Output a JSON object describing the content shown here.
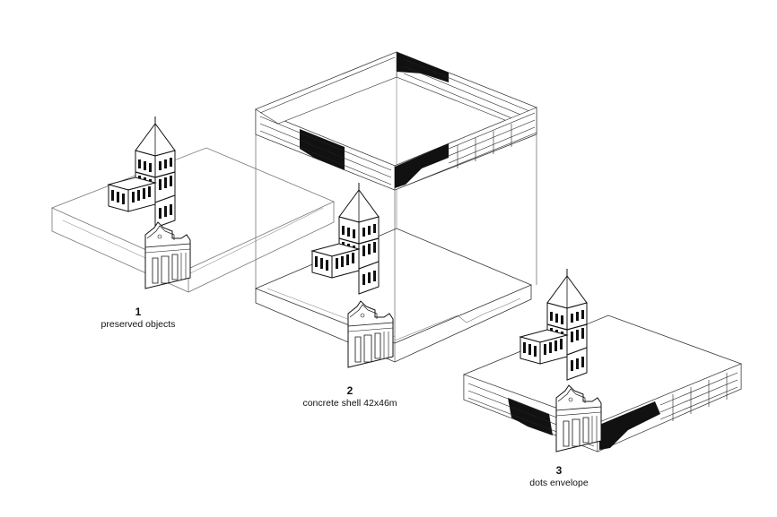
{
  "steps": [
    {
      "number": "1",
      "caption": "preserved objects"
    },
    {
      "number": "2",
      "caption": "concrete shell 42x46m"
    },
    {
      "number": "3",
      "caption": "dots envelope"
    }
  ],
  "style": {
    "line_color": "#1a1a1a",
    "thin_line_color": "#555555",
    "fill_dark": "#111111"
  }
}
